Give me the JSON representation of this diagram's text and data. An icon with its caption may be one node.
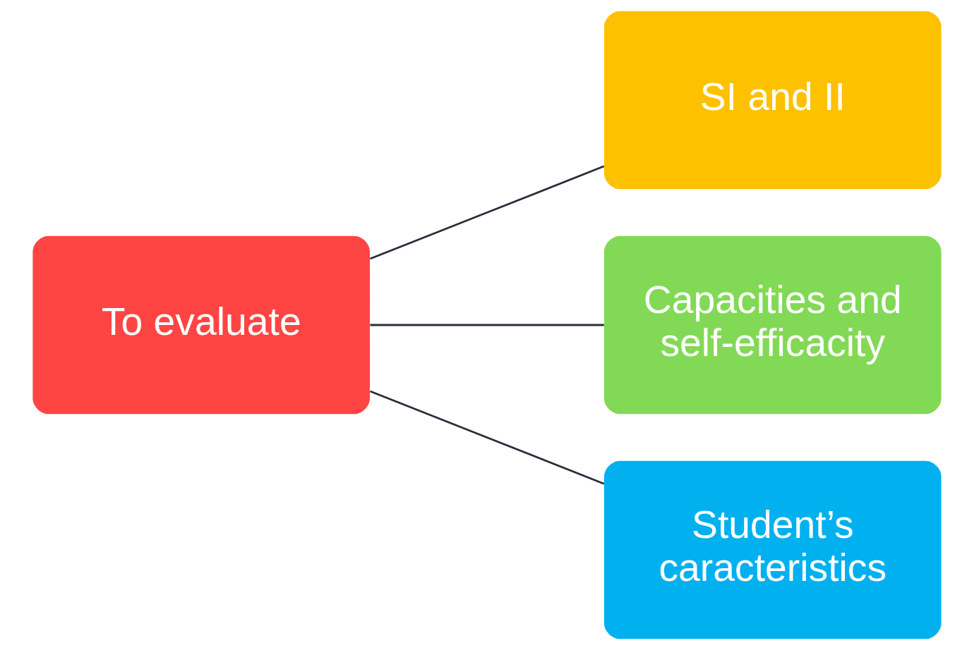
{
  "diagram": {
    "nodes": [
      {
        "text": [
          "To evaluate"
        ]
      },
      {
        "text": [
          "SI and II"
        ]
      },
      {
        "text": [
          "Capacities and self-efficacity"
        ]
      },
      {
        "text": [
          "Student’s caracteristics"
        ]
      }
    ],
    "edges": [
      {
        "from": 0,
        "to": 1,
        "arrow": "none"
      },
      {
        "from": 0,
        "to": 2,
        "arrow": "none"
      },
      {
        "from": 0,
        "to": 3,
        "arrow": "none"
      }
    ]
  }
}
